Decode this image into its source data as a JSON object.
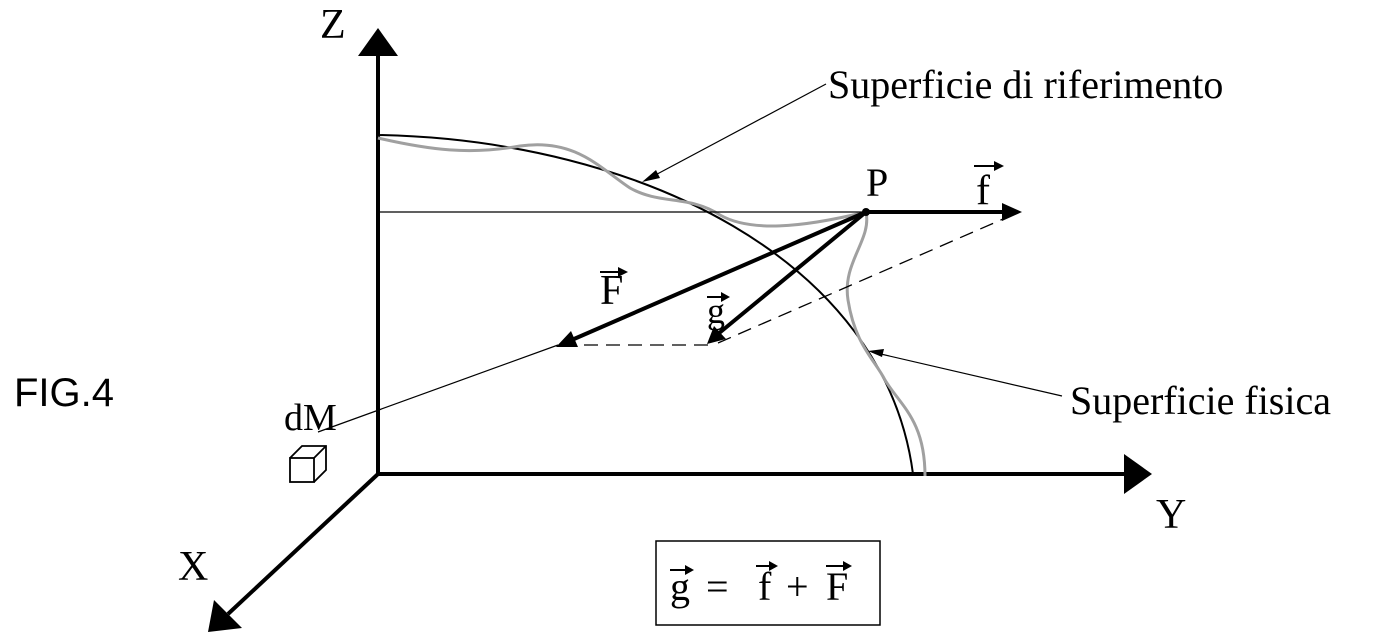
{
  "figure": {
    "label": "FIG.4",
    "axes": {
      "z": "Z",
      "y": "Y",
      "x": "X"
    },
    "point_label": "P",
    "mass_element_label": "dM",
    "vectors": {
      "f": "f",
      "g": "g",
      "F": "F"
    },
    "surfaces": {
      "reference": "Superficie di riferimento",
      "physical": "Superficie fisica"
    },
    "formula": {
      "lhs": "g",
      "equals": "=",
      "term1": "f",
      "plus": "+",
      "term2": "F"
    },
    "colors": {
      "ink": "#000000",
      "physical_surface": "#a0a0a0",
      "background": "#ffffff"
    }
  }
}
